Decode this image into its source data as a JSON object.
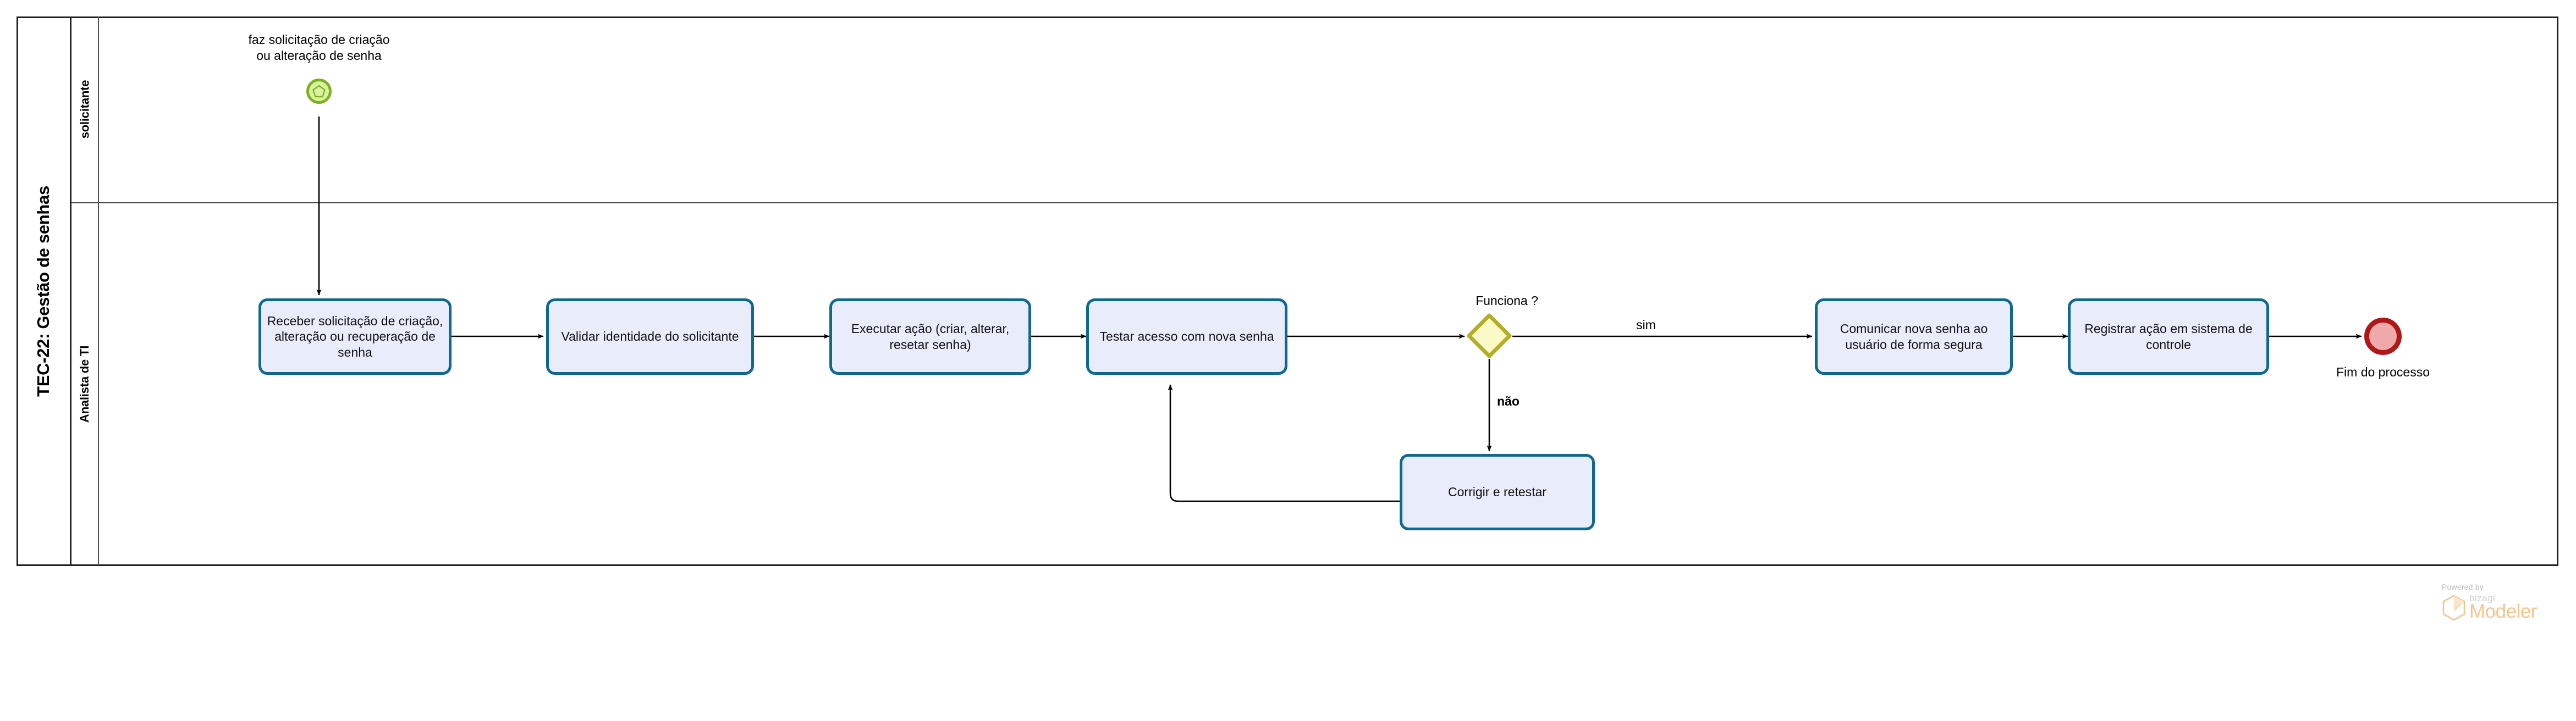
{
  "diagram": {
    "type": "bpmn-process",
    "pool": {
      "title": "TEC-22: Gestão de senhas",
      "lanes": [
        {
          "id": "lane-solicitante",
          "label": "solicitante"
        },
        {
          "id": "lane-analista-ti",
          "label": "Analista de TI"
        }
      ]
    },
    "events": [
      {
        "id": "start-event",
        "kind": "start-signal-event",
        "label": "faz solicitação de criação\nou alteração de senha",
        "label_line1": "faz solicitação de criação",
        "label_line2": "ou alteração de senha",
        "lane": "lane-solicitante",
        "fill": "#d9f2a0",
        "stroke": "#7eb024"
      },
      {
        "id": "end-event",
        "kind": "end-event",
        "label": "Fim do processo",
        "lane": "lane-analista-ti",
        "fill": "#f0a9ab",
        "stroke": "#ad1919"
      }
    ],
    "tasks": [
      {
        "id": "task-receber",
        "label": "Receber solicitação de criação, alteração ou recuperação de senha",
        "lane": "lane-analista-ti"
      },
      {
        "id": "task-validar",
        "label": "Validar identidade do solicitante",
        "lane": "lane-analista-ti"
      },
      {
        "id": "task-executar",
        "label": "Executar ação (criar, alterar, resetar senha)",
        "lane": "lane-analista-ti"
      },
      {
        "id": "task-testar",
        "label": "Testar acesso com nova senha",
        "lane": "lane-analista-ti"
      },
      {
        "id": "task-comunicar",
        "label": "Comunicar nova senha ao usuário de forma segura",
        "lane": "lane-analista-ti"
      },
      {
        "id": "task-registrar",
        "label": "Registrar ação em sistema de controle",
        "lane": "lane-analista-ti"
      },
      {
        "id": "task-corrigir",
        "label": "Corrigir e retestar",
        "lane": "lane-analista-ti"
      }
    ],
    "gateways": [
      {
        "id": "gateway-funciona",
        "kind": "exclusive-gateway",
        "label": "Funciona ?",
        "lane": "lane-analista-ti",
        "fill": "#fbf9c8",
        "stroke": "#b2ae28"
      }
    ],
    "flows": [
      {
        "id": "flow-start-receber",
        "from": "start-event",
        "to": "task-receber",
        "label": ""
      },
      {
        "id": "flow-receber-validar",
        "from": "task-receber",
        "to": "task-validar",
        "label": ""
      },
      {
        "id": "flow-validar-executar",
        "from": "task-validar",
        "to": "task-executar",
        "label": ""
      },
      {
        "id": "flow-executar-testar",
        "from": "task-executar",
        "to": "task-testar",
        "label": ""
      },
      {
        "id": "flow-testar-gateway",
        "from": "task-testar",
        "to": "gateway-funciona",
        "label": ""
      },
      {
        "id": "flow-gateway-comunicar",
        "from": "gateway-funciona",
        "to": "task-comunicar",
        "label": "sim"
      },
      {
        "id": "flow-gateway-corrigir",
        "from": "gateway-funciona",
        "to": "task-corrigir",
        "label": "não"
      },
      {
        "id": "flow-corrigir-testar",
        "from": "task-corrigir",
        "to": "task-testar",
        "label": ""
      },
      {
        "id": "flow-comunicar-registrar",
        "from": "task-comunicar",
        "to": "task-registrar",
        "label": ""
      },
      {
        "id": "flow-registrar-end",
        "from": "task-registrar",
        "to": "end-event",
        "label": ""
      }
    ]
  },
  "watermark": {
    "powered_by": "Powered by",
    "brand": "bizagi",
    "product": "Modeler",
    "brand_color": "#f4c48e"
  }
}
